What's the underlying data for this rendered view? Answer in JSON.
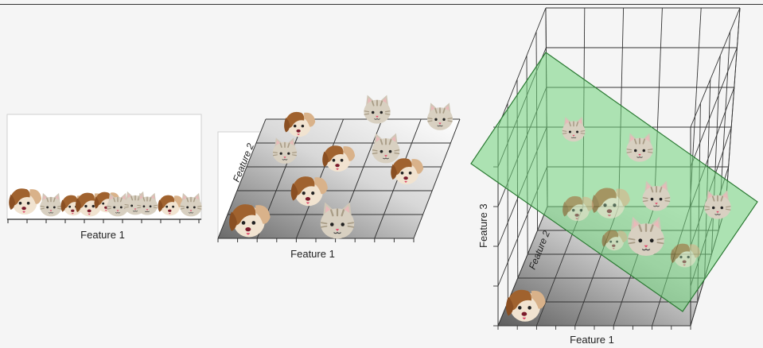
{
  "panels": {
    "one_d": {
      "xlabel": "Feature 1"
    },
    "two_d": {
      "xlabel": "Feature 1",
      "ylabel": "Feature 2"
    },
    "three_d": {
      "xlabel": "Feature 1",
      "ylabel": "Feature 2",
      "zlabel": "Feature 3"
    }
  },
  "icons": [
    "dog-face-icon",
    "cat-face-icon"
  ],
  "colors": {
    "dog_brown": "#a0622e",
    "dog_light": "#eedcc5",
    "cat_gray": "#cfc6b6",
    "plane_green": "#6fd27a",
    "nose_pink": "#e0476b"
  }
}
